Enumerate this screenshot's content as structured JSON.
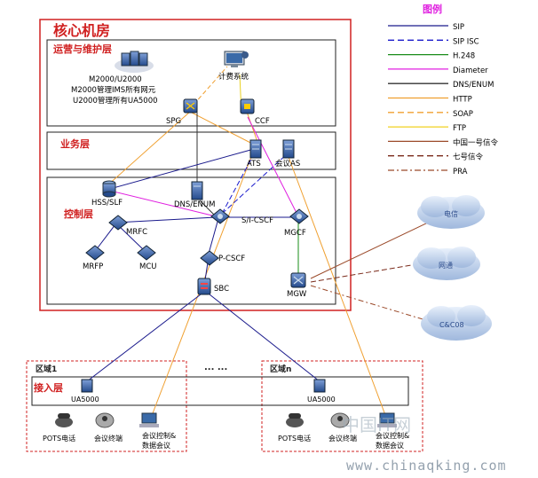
{
  "core_room": {
    "title": "核心机房"
  },
  "layers": {
    "ops": "运营与维护层",
    "service": "业务层",
    "control": "控制层",
    "access": "接入层"
  },
  "ops": {
    "mgmt_line1": "M2000/U2000",
    "mgmt_line2": "M2000管理IMS所有网元",
    "mgmt_line3": "U2000管理所有UA5000",
    "billing": "计费系统",
    "spg": "SPG",
    "ccf": "CCF"
  },
  "service": {
    "ats": "ATS",
    "conf_as": "会议AS"
  },
  "control": {
    "hss": "HSS/SLF",
    "dns": "DNS/ENUM",
    "scscf": "S/I-CSCF",
    "mgcf": "MGCF",
    "mrfc": "MRFC",
    "mrfp": "MRFP",
    "mcu": "MCU",
    "pcscf": "P-CSCF",
    "sbc": "SBC",
    "mgw": "MGW"
  },
  "clouds": {
    "telecom": "电信",
    "netcom": "网通",
    "cc08": "C&C08"
  },
  "regions": {
    "region1": "区域1",
    "regionn": "区域n",
    "ellipsis": "...  ...",
    "ua5000": "UA5000",
    "pots": "POTS电话",
    "conf_term": "会议终端",
    "conf_ctrl_1": "会议控制&",
    "conf_ctrl_2": "数据会议"
  },
  "legend": {
    "title": "图例",
    "items": [
      {
        "label": "SIP",
        "color": "#1a1a8c",
        "dash": ""
      },
      {
        "label": "SIP ISC",
        "color": "#1a1acc",
        "dash": "7,4"
      },
      {
        "label": "H.248",
        "color": "#1a8c1a",
        "dash": ""
      },
      {
        "label": "Diameter",
        "color": "#e020e0",
        "dash": ""
      },
      {
        "label": "DNS/ENUM",
        "color": "#333333",
        "dash": ""
      },
      {
        "label": "HTTP",
        "color": "#f0a030",
        "dash": ""
      },
      {
        "label": "SOAP",
        "color": "#f0a030",
        "dash": "7,4"
      },
      {
        "label": "FTP",
        "color": "#f0d020",
        "dash": ""
      },
      {
        "label": "中国一号信令",
        "color": "#9b4a2a",
        "dash": ""
      },
      {
        "label": "七号信令",
        "color": "#7a2a1a",
        "dash": "7,4"
      },
      {
        "label": "PRA",
        "color": "#9b4a2a",
        "dash": "7,3,2,3"
      }
    ]
  },
  "watermark": {
    "cn": "中国IT网",
    "url": "www.chinaqking.com"
  }
}
